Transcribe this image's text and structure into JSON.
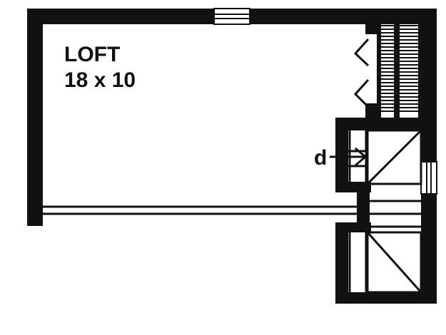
{
  "room": {
    "name": "LOFT",
    "dimensions": "18 x 10"
  },
  "closet_marker": "d",
  "colors": {
    "wall": "#111111",
    "background": "#ffffff"
  },
  "icons": {
    "window": "window-icon",
    "stair": "staircase-icon",
    "door_swing": "door-swing-icon",
    "arrow": "arrow-right-icon"
  }
}
